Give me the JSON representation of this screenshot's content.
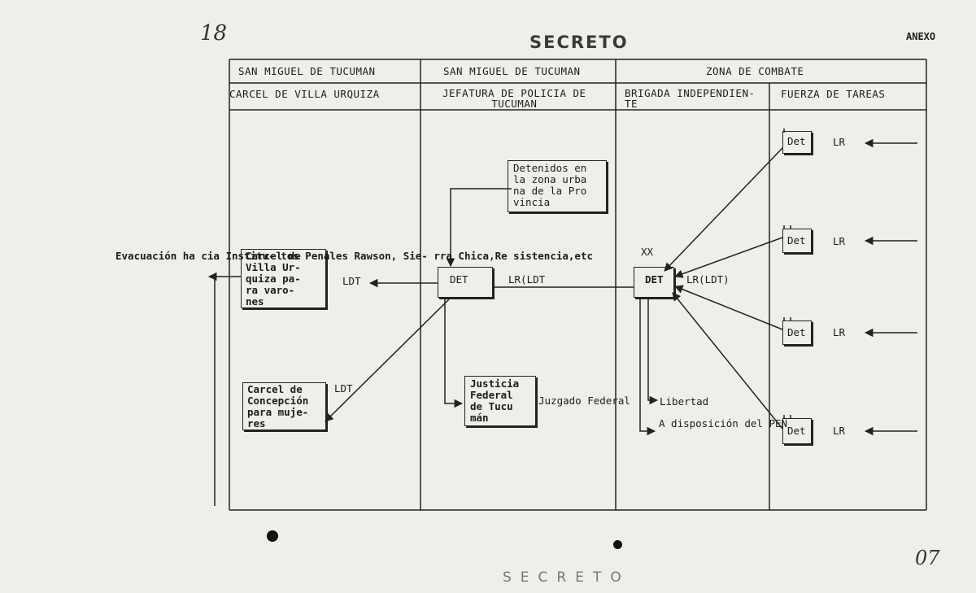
{
  "page": {
    "handwritten_top": "18",
    "stamp_top": "SECRETO",
    "annex": "ANEXO",
    "stamp_bottom": "SECRETO",
    "handwritten_bottom": "07"
  },
  "table": {
    "region_headers": [
      "SAN MIGUEL DE TUCUMAN",
      "SAN MIGUEL DE TUCUMAN",
      "ZONA DE COMBATE"
    ],
    "unit_headers": [
      "CARCEL DE VILLA URQUIZA",
      "JEFATURA DE POLICIA DE\nTUCUMAN",
      "BRIGADA INDEPENDIEN-\nTE",
      "FUERZA DE TAREAS"
    ]
  },
  "diagram": {
    "evacuation_note": "Evacuación ha\ncia Institu-\ntos Penales\nRawson, Sie-\nrra Chica,Re\nsistencia,etc",
    "carcel_villa_urquiza": "Carcel de\nVilla Ur-\nquiza pa-\nra varo-\nnes",
    "carcel_concepcion": "Carcel de\nConcepción\npara muje-\nres",
    "jefatura_det": "DET",
    "detenidos_zona_urbana": "Detenidos en\nla zona urba\nna de la Pro\nvincia",
    "justicia_federal": "Justicia\nFederal\nde Tucu\nmán",
    "juzgado_federal": "Juzgado\nFederal",
    "brigada_det": "DET",
    "brigada_symbol": "XX",
    "ft_det": [
      "Det",
      "Det",
      "Det",
      "Det"
    ],
    "lr": [
      "LR",
      "LR",
      "LR",
      "LR"
    ],
    "label_ldt_top": "LDT",
    "label_ldt_bottom": "LDT",
    "label_lr_ldt_left": "LR(LDT",
    "label_lr_ldt_right": "LR(LDT)",
    "libertad": "Libertad",
    "a_disposicion": "A disposición\ndel PEN"
  }
}
